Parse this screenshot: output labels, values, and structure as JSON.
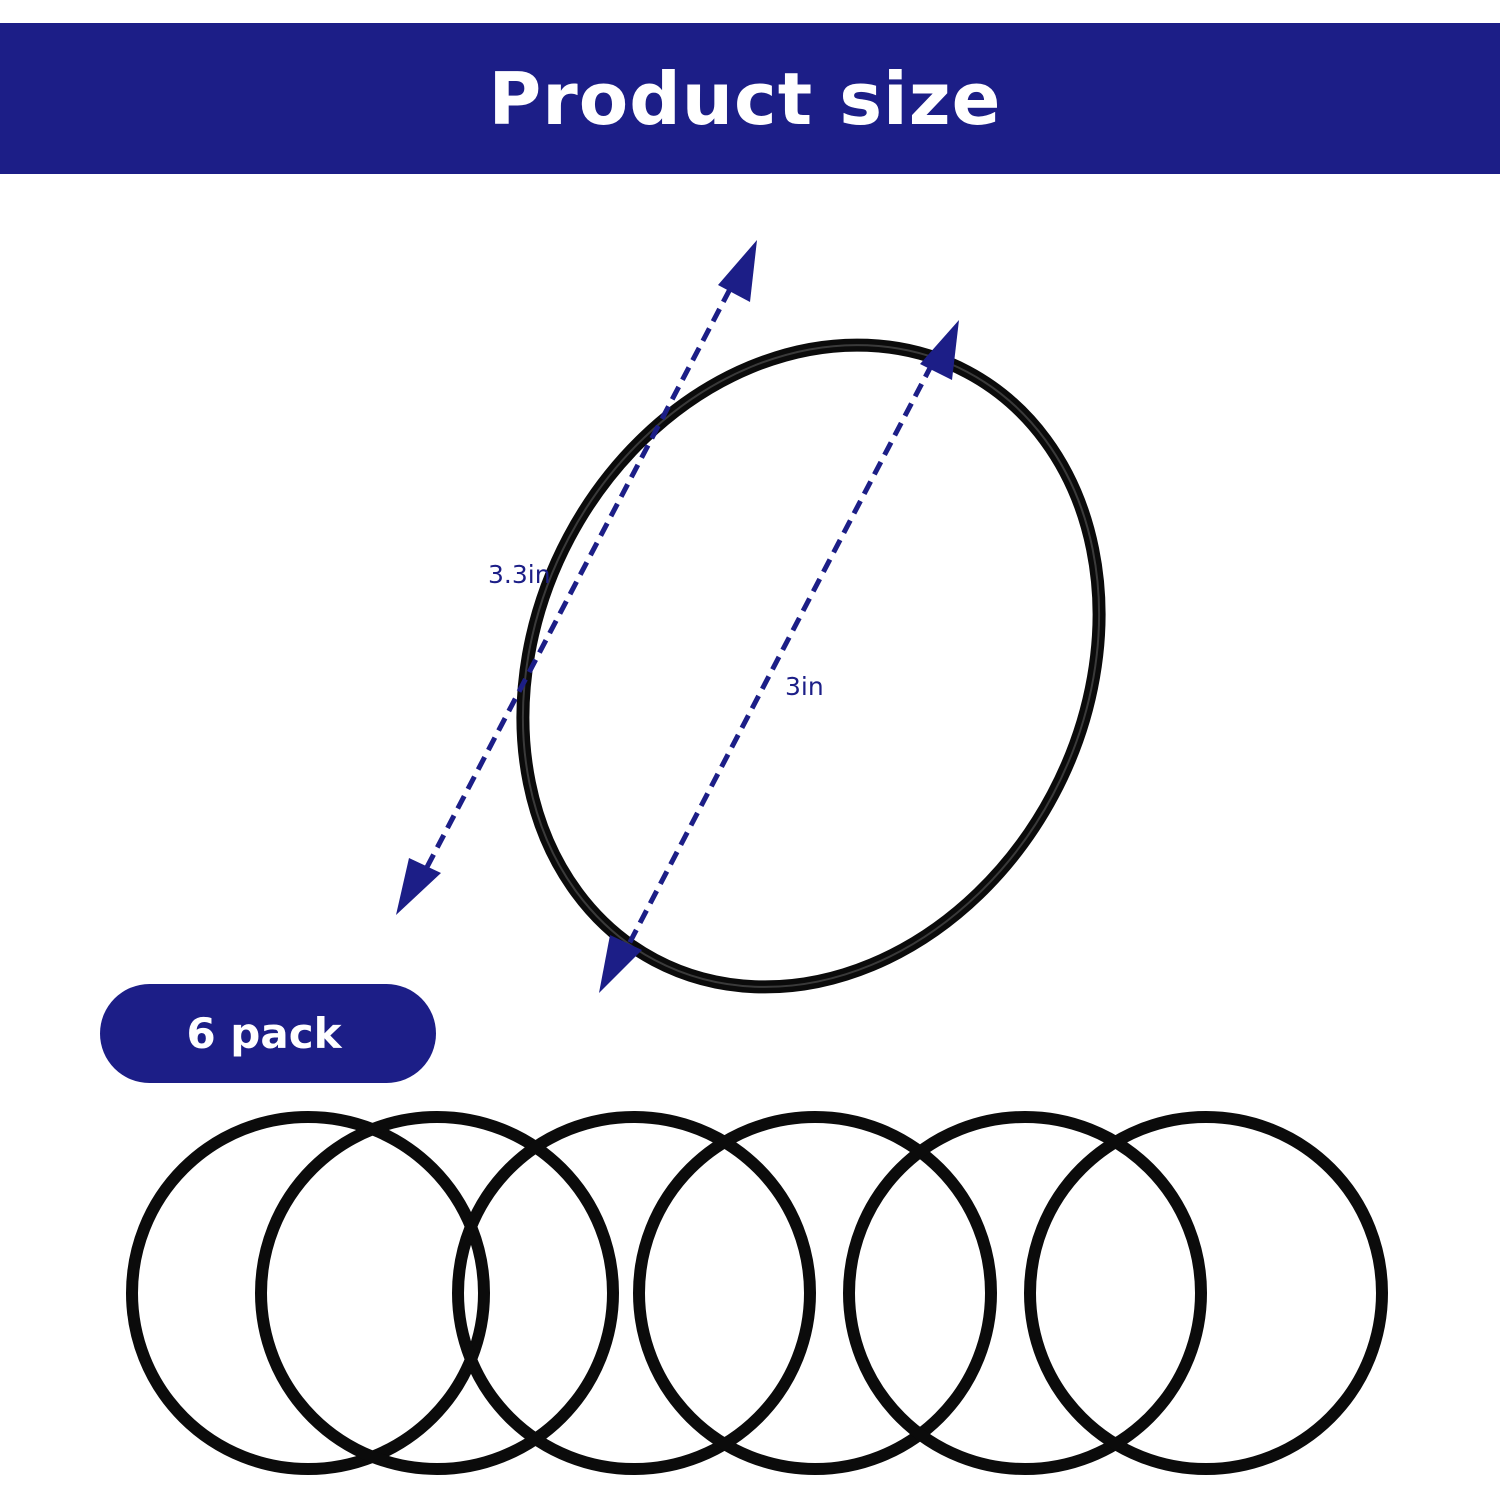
{
  "header": {
    "title": "Product size"
  },
  "dimensions": {
    "outer_diameter": "3.3in",
    "inner_diameter": "3in"
  },
  "badge": {
    "pack_label": "6 pack"
  },
  "rings": {
    "count": 6
  },
  "colors": {
    "brand_blue": "#1c1e87",
    "ring_black": "#0b0b0b",
    "background": "#ffffff"
  }
}
